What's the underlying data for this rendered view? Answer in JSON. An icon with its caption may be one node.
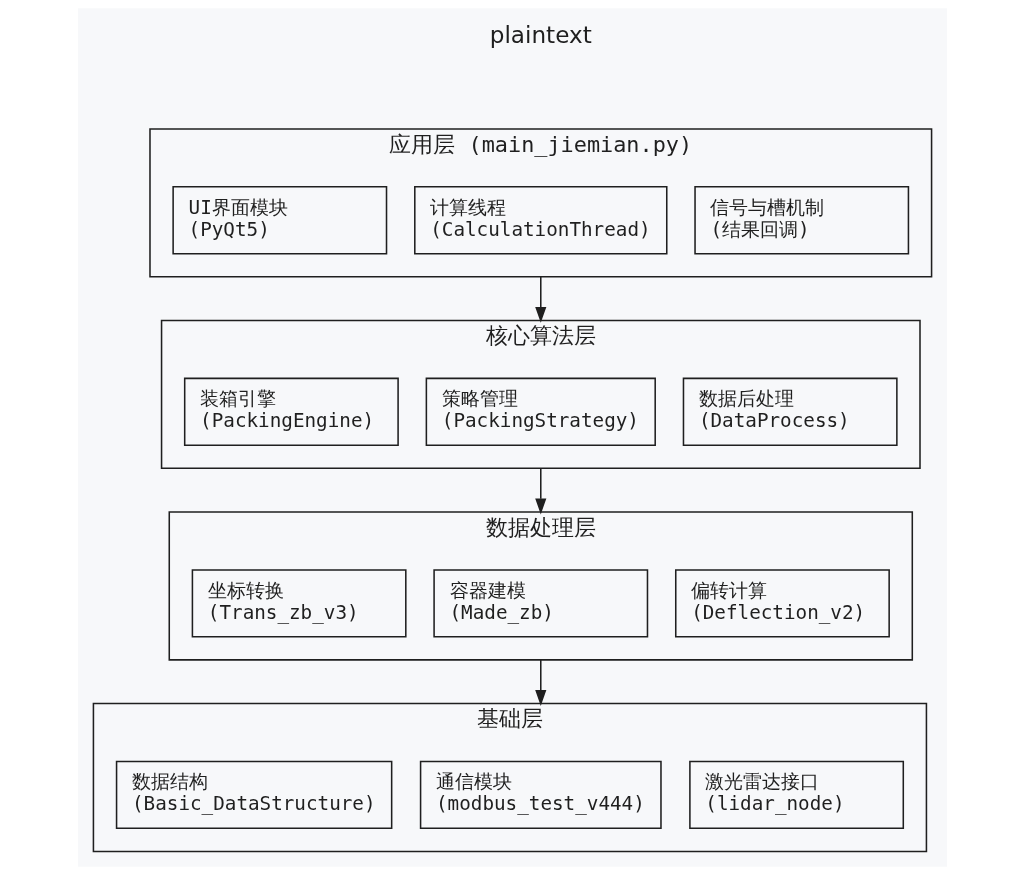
{
  "diagram": {
    "nodes": [
      {
        "text": [
          "应用层 (main_jiemian.py)"
        ]
      },
      {
        "text": [
          "UI界面模块",
          "(PyQt5)"
        ],
        "in": 0
      },
      {
        "text": [
          "计算线程",
          "(CalculationThread)"
        ],
        "in": 0
      },
      {
        "text": [
          "信号与槽机制",
          "(结果回调)"
        ],
        "in": 0
      },
      {
        "text": [
          "核心算法层"
        ]
      },
      {
        "text": [
          "装箱引擎",
          "(PackingEngine)"
        ],
        "in": 4
      },
      {
        "text": [
          "策略管理",
          "(PackingStrategy)"
        ],
        "in": 4
      },
      {
        "text": [
          "数据后处理",
          "(DataProcess)"
        ],
        "in": 4
      },
      {
        "text": [
          "数据处理层"
        ]
      },
      {
        "text": [
          "坐标转换",
          "(Trans_zb_v3)"
        ],
        "in": 8
      },
      {
        "text": [
          "容器建模",
          "(Made_zb)"
        ],
        "in": 8
      },
      {
        "text": [
          "偏转计算",
          "(Deflection_v2)"
        ],
        "in": 8
      },
      {
        "text": [
          "基础层"
        ]
      },
      {
        "text": [
          "数据结构",
          "(Basic_DataStructure)"
        ],
        "in": 12
      },
      {
        "text": [
          "通信模块",
          "(modbus_test_v444)"
        ],
        "in": 12
      },
      {
        "text": [
          "激光雷达接口",
          "(lidar_node)"
        ],
        "in": 12
      }
    ],
    "edges": [
      {
        "from": 0,
        "to": 4,
        "arrow": "to"
      },
      {
        "from": 4,
        "to": 8,
        "arrow": "to"
      },
      {
        "from": 8,
        "to": 12,
        "arrow": "to"
      }
    ],
    "labels": [
      "plaintext"
    ]
  }
}
